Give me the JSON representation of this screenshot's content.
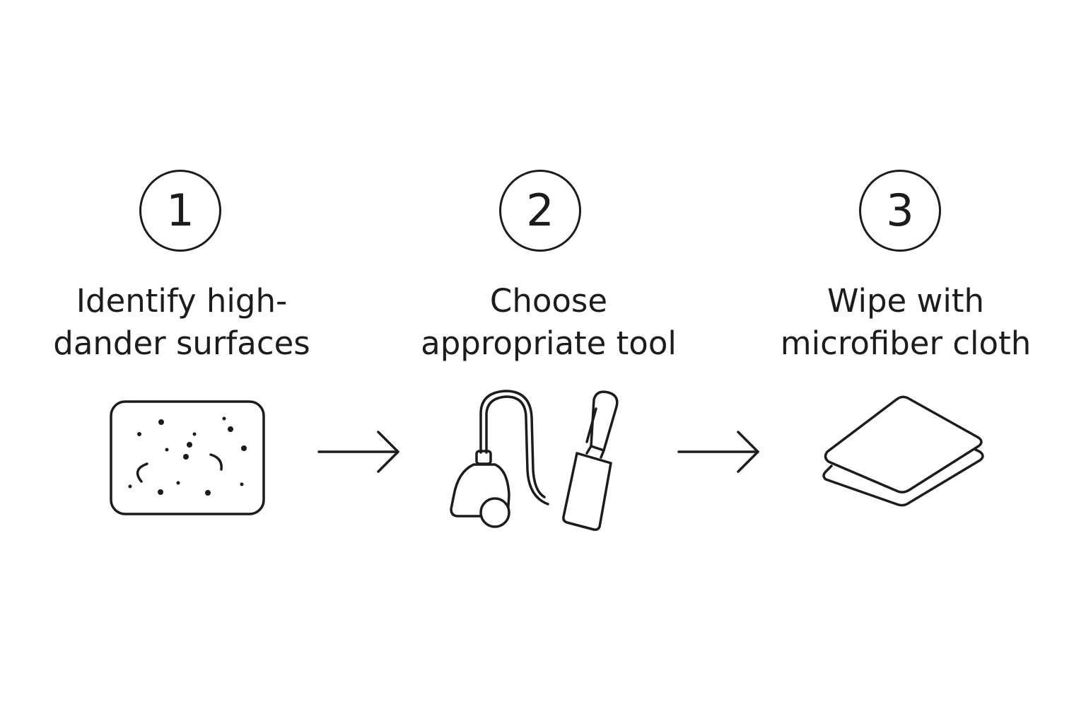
{
  "steps": [
    {
      "number": "1",
      "title_lines": [
        "Identify high-",
        "dander surfaces"
      ],
      "icon": "dander-surface-icon"
    },
    {
      "number": "2",
      "title_lines": [
        "Choose",
        "appropriate tool"
      ],
      "icon": "vacuum-and-lint-roller-icon"
    },
    {
      "number": "3",
      "title_lines": [
        "Wipe with",
        "microfiber cloth"
      ],
      "icon": "microfiber-cloth-icon"
    }
  ],
  "connectors": [
    "arrow-right-icon",
    "arrow-right-icon"
  ],
  "colors": {
    "ink": "#1c1c1c",
    "background": "#ffffff"
  }
}
